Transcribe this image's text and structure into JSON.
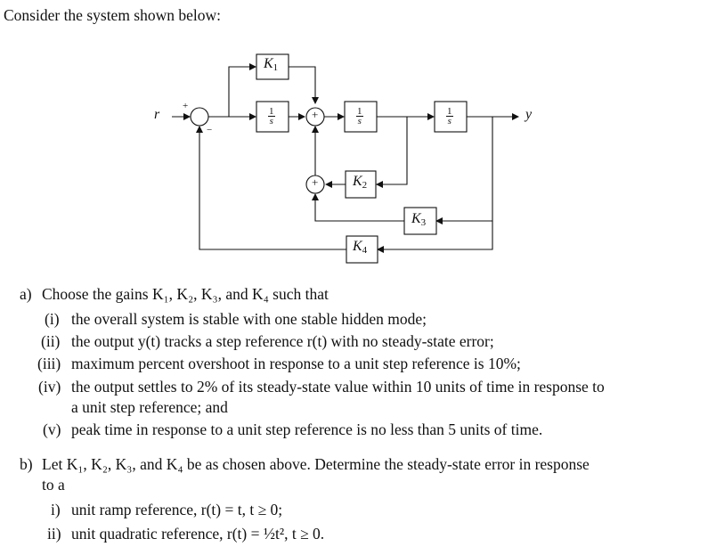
{
  "intro": "Consider the system shown below:",
  "diagram": {
    "input_label": "r",
    "output_label": "y",
    "sum_plus": "+",
    "sum_minus": "−",
    "blocks": {
      "k1": {
        "name": "K",
        "sub": "1"
      },
      "int1": {
        "num": "1",
        "den": "s"
      },
      "int2": {
        "num": "1",
        "den": "s"
      },
      "int3": {
        "num": "1",
        "den": "s"
      },
      "k2": {
        "name": "K",
        "sub": "2"
      },
      "k3": {
        "name": "K",
        "sub": "3"
      },
      "k4": {
        "name": "K",
        "sub": "4"
      }
    }
  },
  "part_a": {
    "label": "a)",
    "text": "Choose the gains K₁, K₂, K₃, and K₄ such that",
    "items": [
      {
        "num": "(i)",
        "text": "the overall system is stable with one stable hidden mode;"
      },
      {
        "num": "(ii)",
        "text": "the output y(t) tracks a step reference r(t) with no steady-state error;"
      },
      {
        "num": "(iii)",
        "text": "maximum percent overshoot in response to a unit step reference is 10%;"
      },
      {
        "num": "(iv)",
        "text": "the output settles to 2% of its steady-state value within 10 units of time in response to",
        "cont": "a unit step reference; and"
      },
      {
        "num": "(v)",
        "text": "peak time in response to a unit step reference is no less than 5 units of time."
      }
    ]
  },
  "part_b": {
    "label": "b)",
    "text": "Let K₁, K₂, K₃, and K₄ be as chosen above. Determine the steady-state error in response",
    "cont": "to a",
    "items": [
      {
        "num": "i)",
        "text": "unit ramp reference, r(t) = t, t ≥ 0;"
      },
      {
        "num": "ii)",
        "text": "unit quadratic reference, r(t) = ½t², t ≥ 0."
      }
    ]
  }
}
